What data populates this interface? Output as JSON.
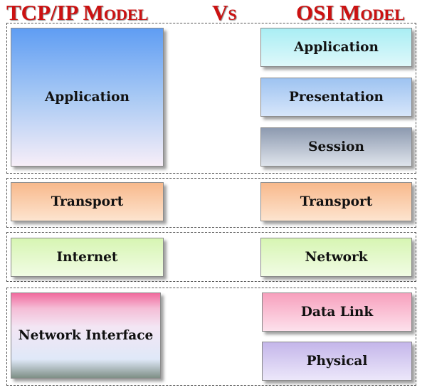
{
  "header": {
    "left_title": "TCP/IP Model",
    "vs": "Vs",
    "right_title": "OSI Model",
    "title_color": "#cc1111"
  },
  "tcp_ip": {
    "application": "Application",
    "transport": "Transport",
    "internet": "Internet",
    "network_interface": "Network Interface"
  },
  "osi": {
    "application": "Application",
    "presentation": "Presentation",
    "session": "Session",
    "transport": "Transport",
    "network": "Network",
    "data_link": "Data Link",
    "physical": "Physical"
  }
}
